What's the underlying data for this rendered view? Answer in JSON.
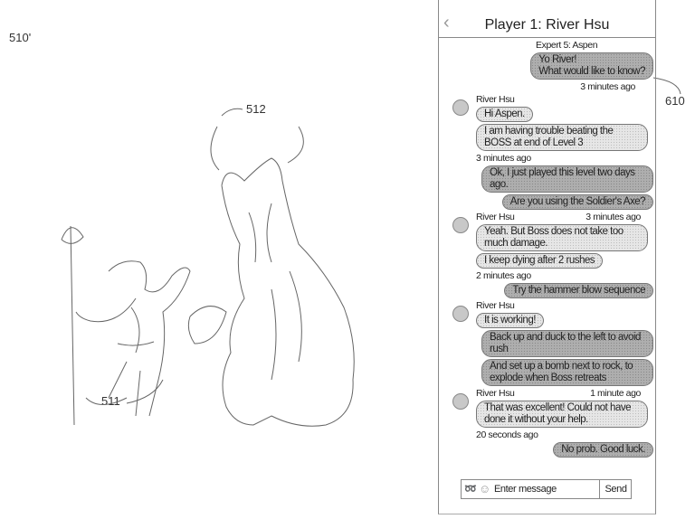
{
  "figure_labels": {
    "fig": "510'",
    "boss": "512",
    "hero": "511",
    "chat": "610"
  },
  "header": {
    "title": "Player 1: River Hsu",
    "back_icon": "chevron-left-icon"
  },
  "messages": [
    {
      "sender": "Expert 5: Aspen",
      "text": "Yo River!\nWhat would like to know?",
      "time": "3 minutes ago"
    },
    {
      "sender": "River Hsu",
      "text": "Hi Aspen."
    },
    {
      "text": "I am having trouble beating the BOSS at end of Level 3",
      "time": "3 minutes ago"
    },
    {
      "text": "Ok, I just played this level two days ago."
    },
    {
      "text": "Are you using the Soldier's Axe?",
      "time": "3 minutes ago"
    },
    {
      "sender": "River Hsu",
      "text": "Yeah.  But Boss does not take too much damage."
    },
    {
      "text": "I keep dying after 2 rushes",
      "time": "2 minutes ago"
    },
    {
      "text": "Try the hammer blow sequence"
    },
    {
      "sender": "River Hsu",
      "text": "It is working!"
    },
    {
      "text": "Back up and duck to the left to avoid rush"
    },
    {
      "text": "And set up a bomb next to rock, to explode when Boss retreats",
      "time": "1 minute ago"
    },
    {
      "sender": "River Hsu",
      "text": "That was excellent! Could not have done it without your help.",
      "time": "20 seconds ago"
    },
    {
      "text": "No prob. Good luck."
    }
  ],
  "composer": {
    "placeholder": "Enter message",
    "send": "Send"
  }
}
